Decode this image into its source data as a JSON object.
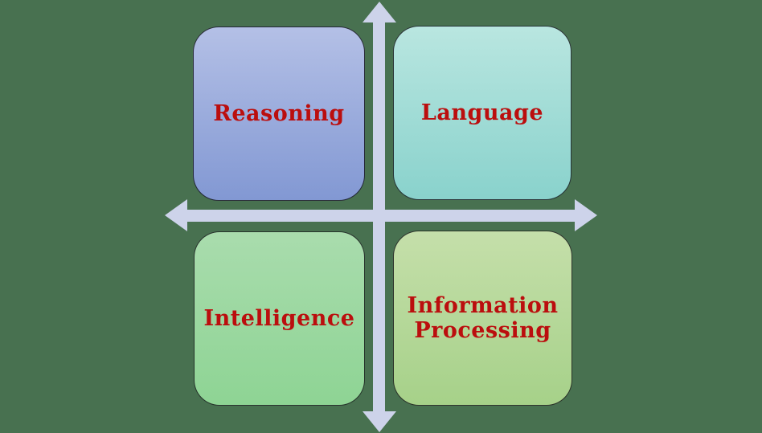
{
  "diagram": {
    "type": "four-quadrant-diagram",
    "background_color": "#487150",
    "arrow_color": "#cdd3ea",
    "label_color": "#bb0e0e",
    "axes": {
      "vertical_arrow": "double-headed, points up and down",
      "horizontal_arrow": "double-headed, points left and right"
    },
    "quadrants": [
      {
        "position": "top-left",
        "label": "Reasoning",
        "fill_top": "#b4c0e6",
        "fill_bottom": "#8298d3"
      },
      {
        "position": "top-right",
        "label": "Language",
        "fill_top": "#b9e6e0",
        "fill_bottom": "#89d2cc"
      },
      {
        "position": "bottom-left",
        "label": "Intelligence",
        "fill_top": "#a9dcad",
        "fill_bottom": "#8ed494"
      },
      {
        "position": "bottom-right",
        "label": "Information Processing",
        "fill_top": "#c5dfaa",
        "fill_bottom": "#a6d189"
      }
    ]
  }
}
